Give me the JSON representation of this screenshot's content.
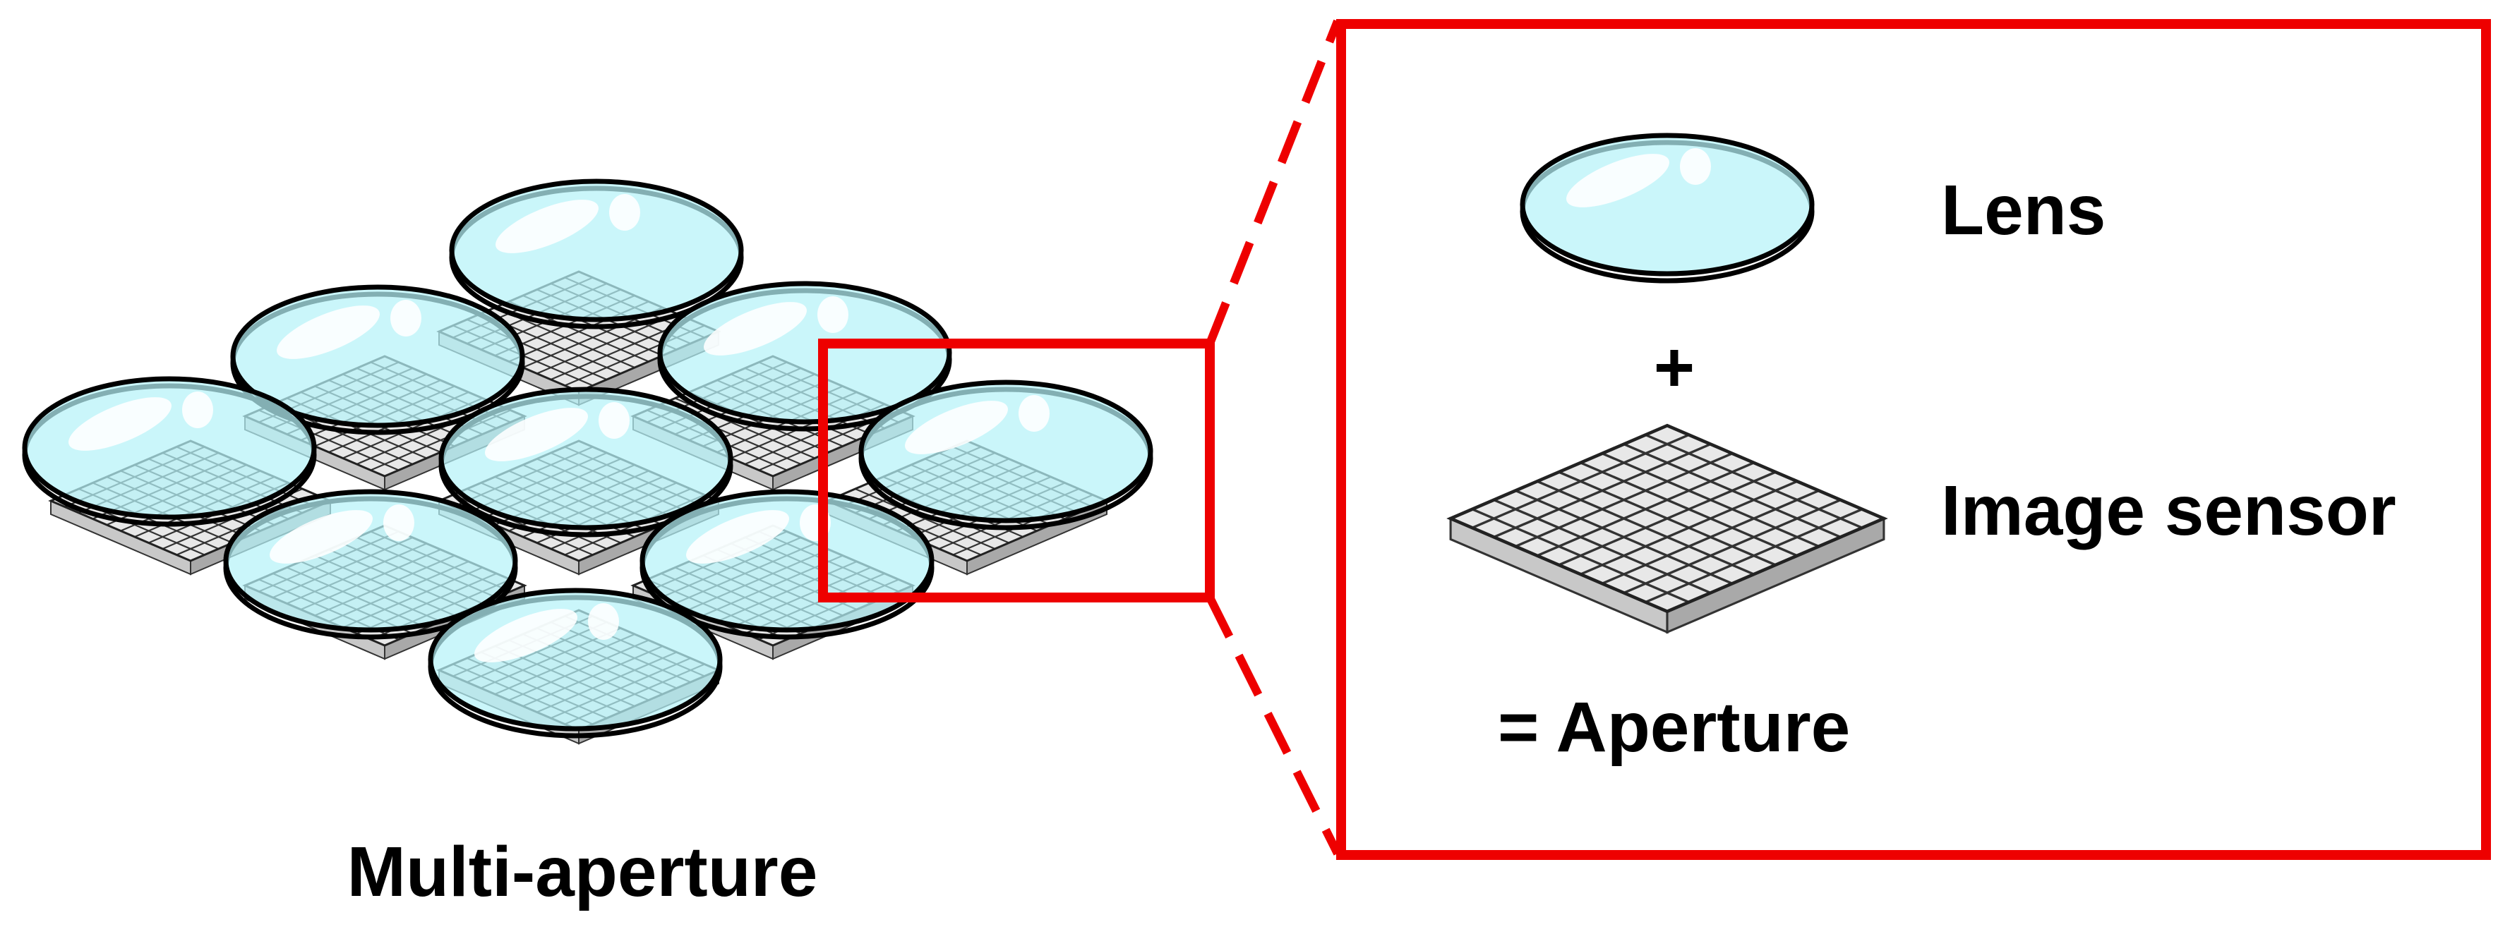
{
  "caption": "Multi-aperture",
  "legend": {
    "lens_label": "Lens",
    "plus": "+",
    "sensor_label": "Image sensor",
    "result_label": "= Aperture"
  },
  "colors": {
    "lens_fill": "#b5f3f8",
    "lens_outline": "#000000",
    "sensor_top": "#e8e8e8",
    "sensor_side": "#c4c4c4",
    "grid_line": "#333333",
    "highlight_frame": "#ee0000",
    "background": "#ffffff"
  }
}
